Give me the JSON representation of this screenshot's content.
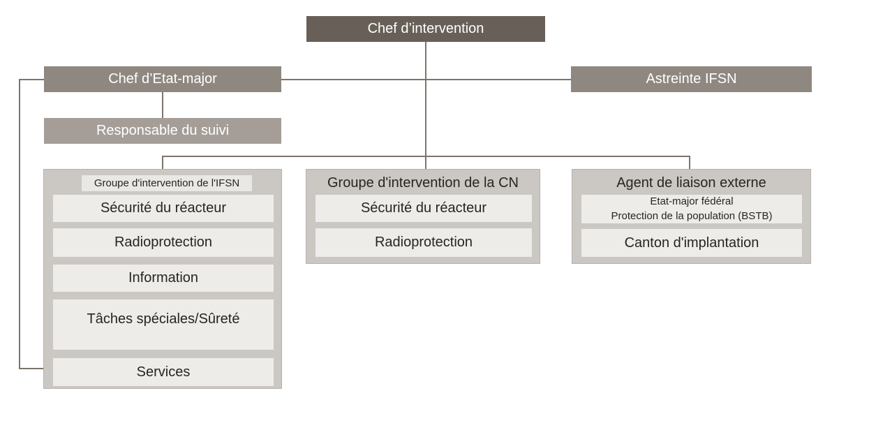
{
  "colors": {
    "dark_box": "#686058",
    "mid_box": "#8f8881",
    "light_box": "#a59e98",
    "group_bg": "#cbc7c3",
    "item_bg": "#edece9",
    "connector_line": "#7c756b"
  },
  "nodes": {
    "chef_intervention": "Chef d’intervention",
    "chef_etat_major": "Chef d’Etat-major",
    "astreinte_ifsn": "Astreinte IFSN",
    "responsable_suivi": "Responsable du suivi"
  },
  "groups": [
    {
      "title": "Groupe d'intervention de l'IFSN",
      "items": [
        "Sécurité du réacteur",
        "Radioprotection",
        "Information",
        "Tâches spéciales/Sûreté",
        "Services"
      ]
    },
    {
      "title": "Groupe d'intervention de la CN",
      "items": [
        "Sécurité du réacteur",
        "Radioprotection"
      ]
    },
    {
      "title": "Agent de liaison externe",
      "item1_line1": "Etat-major fédéral",
      "item1_line2": "Protection de la population (BSTB)",
      "item2": "Canton d'implantation"
    }
  ]
}
